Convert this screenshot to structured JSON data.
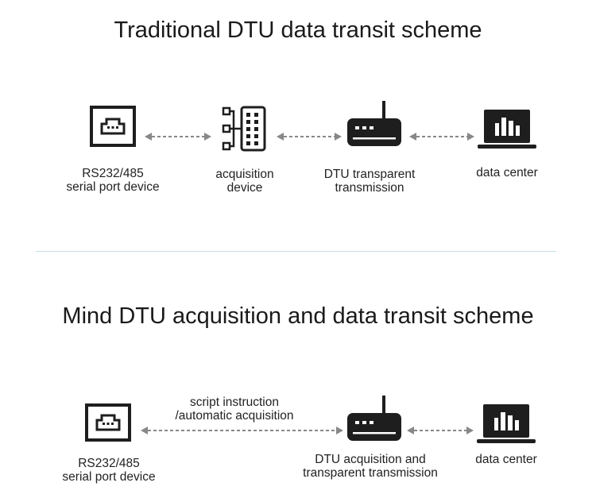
{
  "section1": {
    "title": "Traditional DTU data transit scheme",
    "nodes": {
      "serial": {
        "line1": "RS232/485",
        "line2": "serial port device"
      },
      "acquisition": {
        "line1": "acquisition",
        "line2": "device"
      },
      "dtu": {
        "line1": "DTU transparent",
        "line2": "transmission"
      },
      "datacenter": {
        "line1": "data center"
      }
    }
  },
  "section2": {
    "title": "Mind DTU acquisition and data transit scheme",
    "connector_label": {
      "line1": "script instruction",
      "line2": "/automatic acquisition"
    },
    "nodes": {
      "serial": {
        "line1": "RS232/485",
        "line2": "serial port device"
      },
      "dtu": {
        "line1": "DTU acquisition and",
        "line2": "transparent transmission"
      },
      "datacenter": {
        "line1": "data center"
      }
    }
  },
  "colors": {
    "icon": "#1e1e1e",
    "arrow": "#888888",
    "divider": "#c9dde8"
  }
}
